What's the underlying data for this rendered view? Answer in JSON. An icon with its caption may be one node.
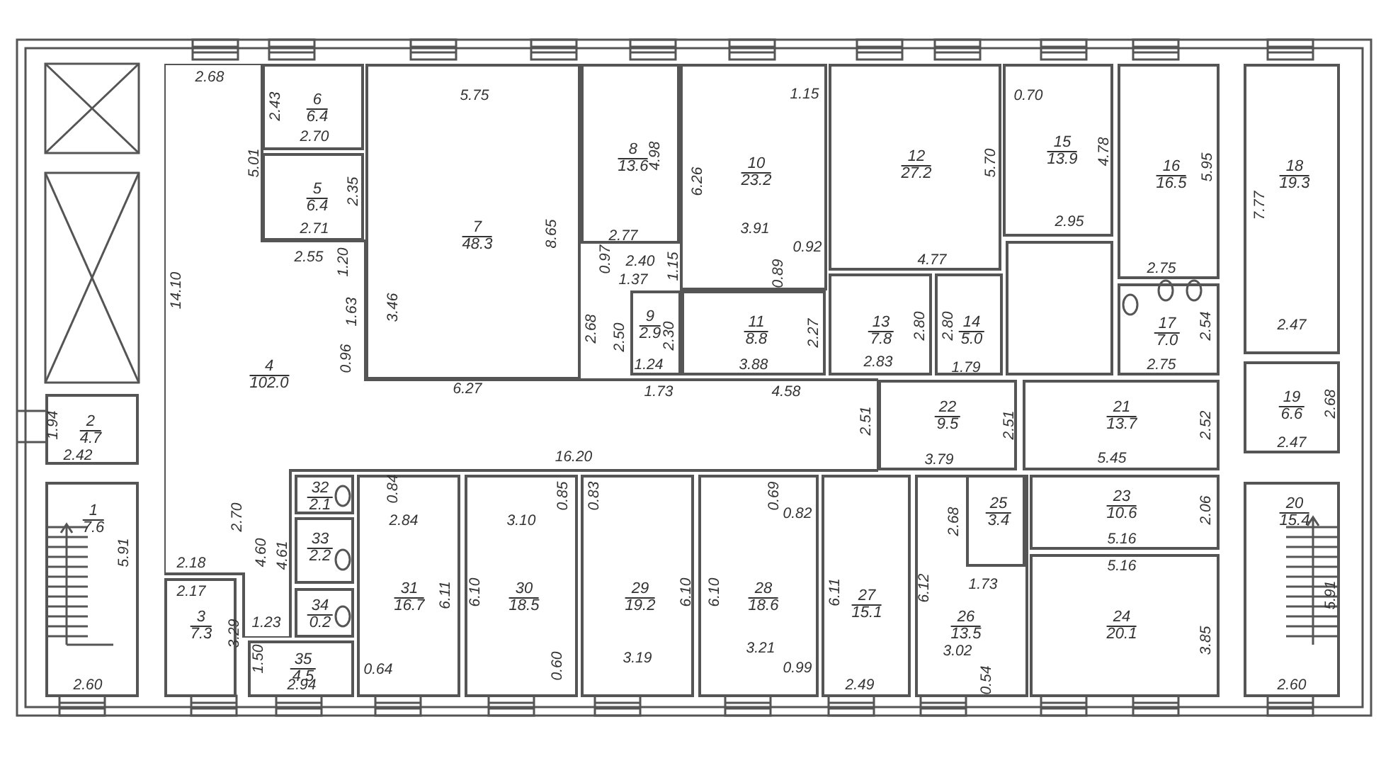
{
  "diagram": {
    "nodes": [
      {
        "text": [
          "1",
          "7.6"
        ]
      },
      {
        "text": [
          "2",
          "4.7"
        ]
      },
      {
        "text": [
          "3",
          "7.3"
        ]
      },
      {
        "text": [
          "4",
          "102.0"
        ]
      },
      {
        "text": [
          "5",
          "6.4"
        ]
      },
      {
        "text": [
          "6",
          "6.4"
        ]
      },
      {
        "text": [
          "7",
          "48.3"
        ]
      },
      {
        "text": [
          "8",
          "13.6"
        ]
      },
      {
        "text": [
          "9",
          "2.9"
        ]
      },
      {
        "text": [
          "10",
          "23.2"
        ]
      },
      {
        "text": [
          "11",
          "8.8"
        ]
      },
      {
        "text": [
          "12",
          "27.2"
        ]
      },
      {
        "text": [
          "13",
          "7.8"
        ]
      },
      {
        "text": [
          "14",
          "5.0"
        ]
      },
      {
        "text": [],
        "shape": "box"
      },
      {
        "text": [
          "15",
          "13.9"
        ]
      },
      {
        "text": [
          "16",
          "16.5"
        ]
      },
      {
        "text": [
          "17",
          "7.0"
        ]
      },
      {
        "text": [
          "18",
          "19.3"
        ]
      },
      {
        "text": [
          "19",
          "6.6"
        ]
      },
      {
        "text": [
          "20",
          "15.4"
        ]
      },
      {
        "text": [
          "21",
          "13.7"
        ]
      },
      {
        "text": [
          "22",
          "9.5"
        ]
      },
      {
        "text": [
          "23",
          "10.6"
        ]
      },
      {
        "text": [
          "24",
          "20.1"
        ]
      },
      {
        "text": [
          "25",
          "3.4"
        ],
        "in": 26
      },
      {
        "text": [
          "26",
          "13.5"
        ]
      },
      {
        "text": [
          "27",
          "15.1"
        ]
      },
      {
        "text": [
          "28",
          "18.6"
        ]
      },
      {
        "text": [
          "29",
          "19.2"
        ]
      },
      {
        "text": [
          "30",
          "18.5"
        ]
      },
      {
        "text": [
          "31",
          "16.7"
        ]
      },
      {
        "text": [
          "32",
          "2.1"
        ]
      },
      {
        "text": [
          "33",
          "2.2"
        ]
      },
      {
        "text": [
          "34",
          "0.2"
        ]
      },
      {
        "text": [
          "35",
          "4.5"
        ]
      }
    ],
    "labels": [
      "2.68",
      "2.43",
      "5.01",
      "2.70",
      "2.35",
      "2.71",
      "2.55",
      "1.20",
      "14.10",
      "1.63",
      "3.46",
      "0.96",
      "5.75",
      "8.65",
      "6.27",
      "4.98",
      "6.26",
      "1.15",
      "3.91",
      "2.77",
      "0.97",
      "2.40",
      "1.37",
      "1.15",
      "0.89",
      "0.92",
      "2.68",
      "2.50",
      "2.30",
      "1.24",
      "3.88",
      "2.27",
      "1.73",
      "4.58",
      "5.70",
      "4.77",
      "2.80",
      "2.80",
      "2.83",
      "1.79",
      "0.70",
      "4.78",
      "2.95",
      "5.95",
      "2.75",
      "2.54",
      "2.75",
      "7.77",
      "2.47",
      "2.68",
      "2.47",
      "1.94",
      "2.42",
      "5.91",
      "2.60",
      "2.70",
      "2.18",
      "2.17",
      "4.60",
      "4.61",
      "1.23",
      "3.29",
      "1.50",
      "2.94",
      "16.20",
      "2.51",
      "0.84",
      "2.84",
      "6.11",
      "0.64",
      "0.85",
      "0.83",
      "3.10",
      "6.10",
      "0.60",
      "6.10",
      "3.19",
      "0.69",
      "0.82",
      "6.10",
      "3.21",
      "0.99",
      "6.11",
      "2.49",
      "2.51",
      "3.79",
      "5.45",
      "2.52",
      "2.68",
      "1.73",
      "6.12",
      "3.02",
      "0.54",
      "2.06",
      "5.16",
      "5.16",
      "3.85",
      "5.91",
      "2.60"
    ]
  }
}
